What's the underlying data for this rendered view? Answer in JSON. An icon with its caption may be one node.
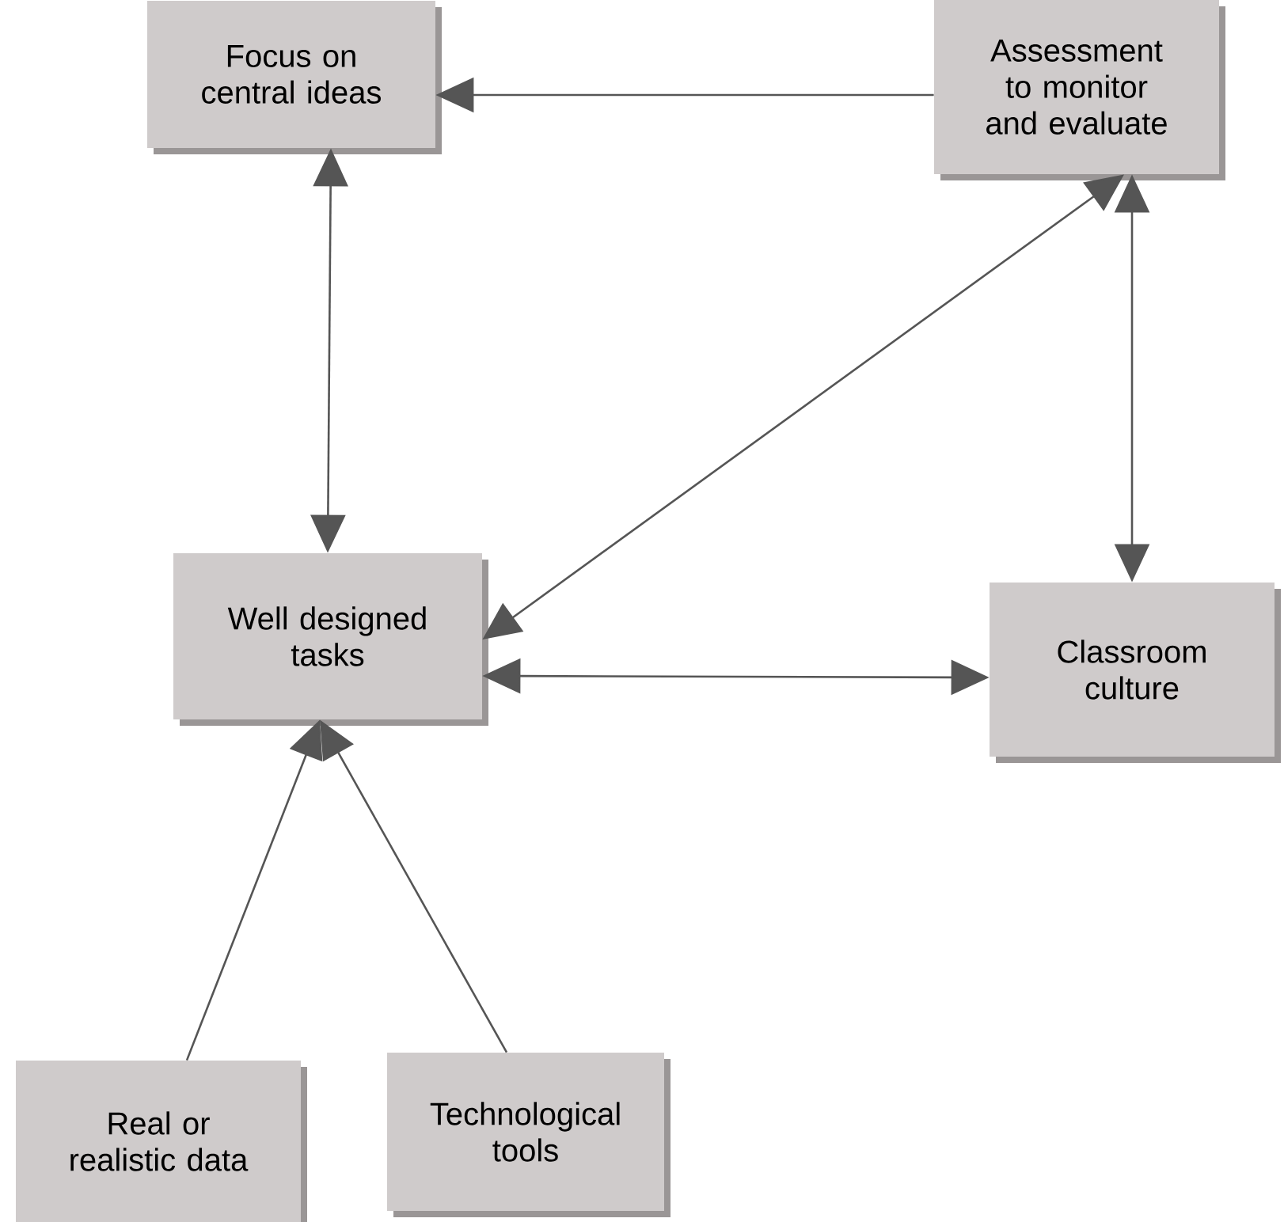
{
  "diagram": {
    "nodes": [
      {
        "text": [
          "Focus on central ideas"
        ]
      },
      {
        "text": [
          "Assessment to monitor and evaluate"
        ]
      },
      {
        "text": [
          "Well designed tasks"
        ]
      },
      {
        "text": [
          "Classroom culture"
        ]
      },
      {
        "text": [
          "Real or realistic data"
        ]
      },
      {
        "text": [
          "Technological tools"
        ]
      }
    ],
    "edges": [
      {
        "from": 1,
        "to": 0,
        "arrow": "to"
      },
      {
        "from": 0,
        "to": 2,
        "arrow": "both"
      },
      {
        "from": 2,
        "to": 1,
        "arrow": "both"
      },
      {
        "from": 2,
        "to": 3,
        "arrow": "both"
      },
      {
        "from": 1,
        "to": 3,
        "arrow": "both"
      },
      {
        "from": 4,
        "to": 2,
        "arrow": "to"
      },
      {
        "from": 5,
        "to": 2,
        "arrow": "to"
      }
    ]
  }
}
